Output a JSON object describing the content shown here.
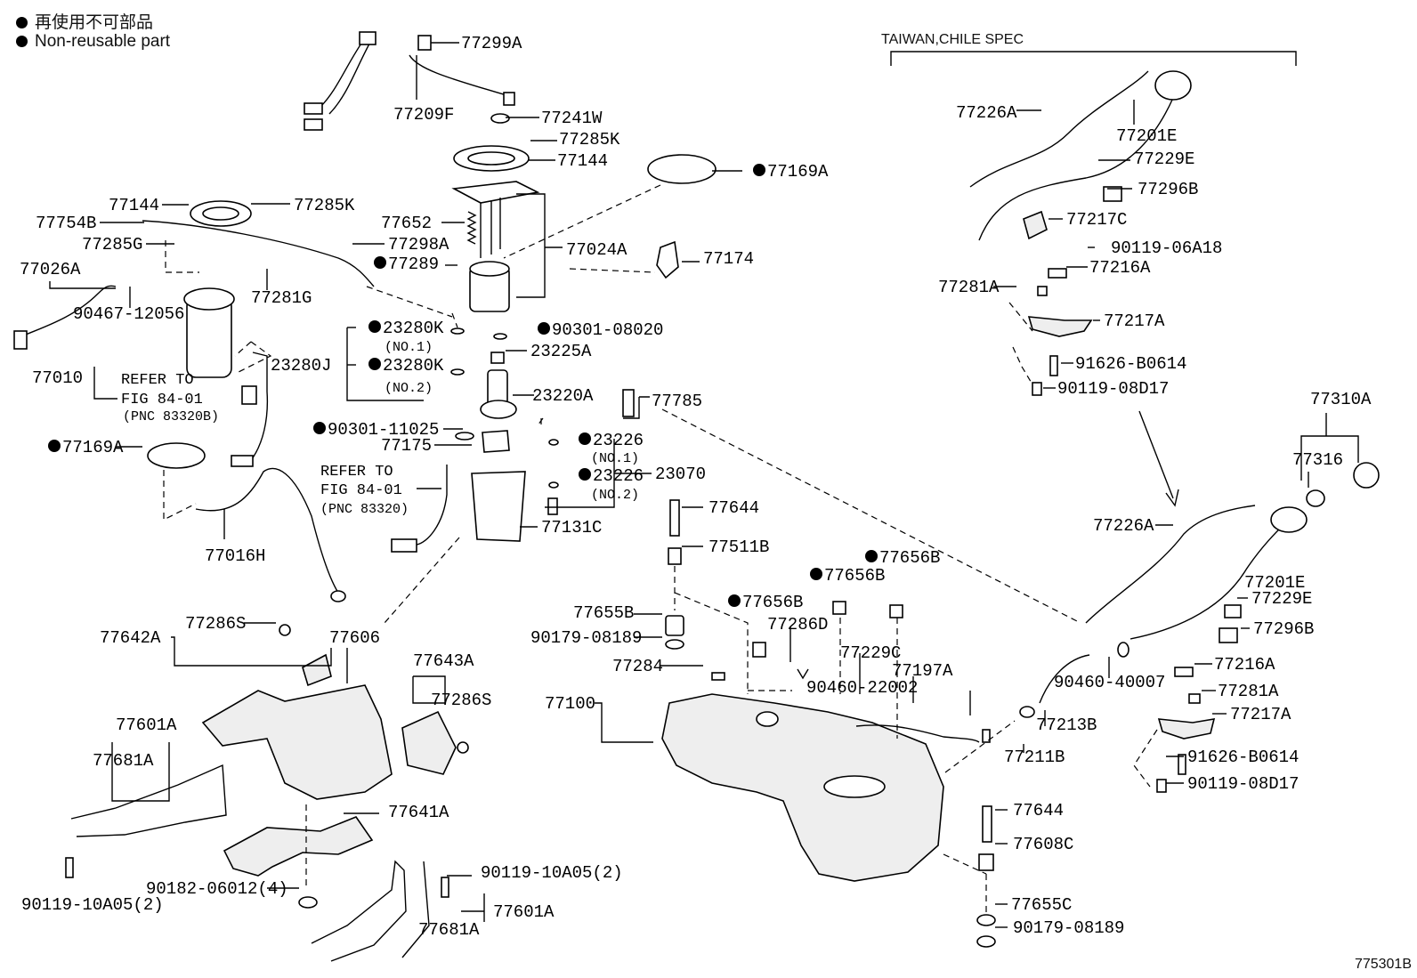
{
  "legend": {
    "jp": "再使用不可部品",
    "en": "Non-reusable part"
  },
  "spec_label": "TAIWAN,CHILE SPEC",
  "figure_id": "775301B",
  "labels": [
    {
      "t": "77299A"
    },
    {
      "t": "77209F"
    },
    {
      "t": "77241W"
    },
    {
      "t": "77285K"
    },
    {
      "t": "77144"
    },
    {
      "t": "77169A",
      "nr": true
    },
    {
      "t": "77144"
    },
    {
      "t": "77285K"
    },
    {
      "t": "77754B"
    },
    {
      "t": "77652"
    },
    {
      "t": "77285G"
    },
    {
      "t": "77298A"
    },
    {
      "t": "77024A"
    },
    {
      "t": "77174"
    },
    {
      "t": "77289",
      "nr": true
    },
    {
      "t": "77026A"
    },
    {
      "t": "77281G"
    },
    {
      "t": "90467-12056"
    },
    {
      "t": "23280K",
      "nr": true
    },
    {
      "t": "(NO.1)"
    },
    {
      "t": "90301-08020",
      "nr": true
    },
    {
      "t": "23225A"
    },
    {
      "t": "77010"
    },
    {
      "t": "23280J"
    },
    {
      "t": "23280K",
      "nr": true
    },
    {
      "t": "(NO.2)"
    },
    {
      "t": "REFER TO"
    },
    {
      "t": "FIG 84-01"
    },
    {
      "t": "(PNC 83320B)"
    },
    {
      "t": "23220A"
    },
    {
      "t": "77785"
    },
    {
      "t": "90301-11025",
      "nr": true
    },
    {
      "t": "23226",
      "nr": true
    },
    {
      "t": "(NO.1)"
    },
    {
      "t": "77175"
    },
    {
      "t": "77169A",
      "nr": true
    },
    {
      "t": "23070"
    },
    {
      "t": "REFER TO"
    },
    {
      "t": "23226",
      "nr": true
    },
    {
      "t": "FIG 84-01"
    },
    {
      "t": "(NO.2)"
    },
    {
      "t": "(PNC 83320)"
    },
    {
      "t": "77644"
    },
    {
      "t": "77131C"
    },
    {
      "t": "77016H"
    },
    {
      "t": "77511B"
    },
    {
      "t": "77656B",
      "nr": true
    },
    {
      "t": "77656B",
      "nr": true
    },
    {
      "t": "77656B",
      "nr": true
    },
    {
      "t": "77655B"
    },
    {
      "t": "77642A"
    },
    {
      "t": "77286S"
    },
    {
      "t": "77606"
    },
    {
      "t": "90179-08189"
    },
    {
      "t": "77286D"
    },
    {
      "t": "77229C"
    },
    {
      "t": "77643A"
    },
    {
      "t": "77197A"
    },
    {
      "t": "77284"
    },
    {
      "t": "90460-22002"
    },
    {
      "t": "77286S"
    },
    {
      "t": "77100"
    },
    {
      "t": "77601A"
    },
    {
      "t": "77681A"
    },
    {
      "t": "77641A"
    },
    {
      "t": "77644"
    },
    {
      "t": "77608C"
    },
    {
      "t": "90182-06012(4)"
    },
    {
      "t": "90119-10A05(2)"
    },
    {
      "t": "77601A"
    },
    {
      "t": "90119-10A05(2)"
    },
    {
      "t": "77681A"
    },
    {
      "t": "77655C"
    },
    {
      "t": "90179-08189"
    },
    {
      "t": "77226A"
    },
    {
      "t": "77201E"
    },
    {
      "t": "77229E"
    },
    {
      "t": "77296B"
    },
    {
      "t": "77217C"
    },
    {
      "t": "90119-06A18"
    },
    {
      "t": "77216A"
    },
    {
      "t": "77281A"
    },
    {
      "t": "77217A"
    },
    {
      "t": "91626-B0614"
    },
    {
      "t": "90119-08D17"
    },
    {
      "t": "77310A"
    },
    {
      "t": "77316"
    },
    {
      "t": "77226A"
    },
    {
      "t": "77201E"
    },
    {
      "t": "77229E"
    },
    {
      "t": "77296B"
    },
    {
      "t": "77216A"
    },
    {
      "t": "90460-40007"
    },
    {
      "t": "77213B"
    },
    {
      "t": "77281A"
    },
    {
      "t": "77217A"
    },
    {
      "t": "77211B"
    },
    {
      "t": "91626-B0614"
    },
    {
      "t": "90119-08D17"
    }
  ]
}
